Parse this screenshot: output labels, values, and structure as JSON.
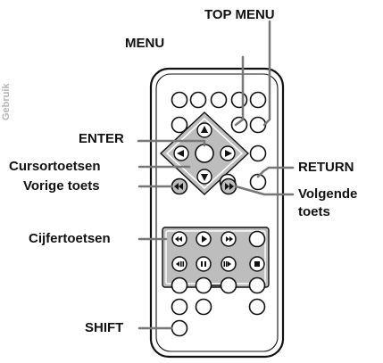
{
  "side_tab": "Gebruik",
  "labels": {
    "top_menu": "TOP MENU",
    "menu": "MENU",
    "enter": "ENTER",
    "cursortoetsen": "Cursortoetsen",
    "vorige_toets": "Vorige toets",
    "cijfertoetsen": "Cijfertoetsen",
    "shift": "SHIFT",
    "return": "RETURN",
    "volgende_line1": "Volgende",
    "volgende_line2": "toets"
  },
  "colors": {
    "ink": "#111111",
    "remote_body": "#ffffff",
    "pad_fill": "#bdbdbd",
    "callout_line": "#777777"
  }
}
